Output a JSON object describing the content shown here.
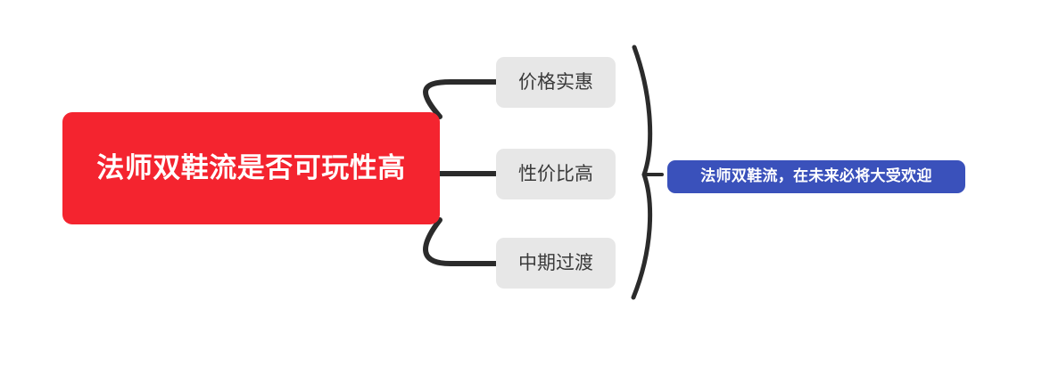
{
  "diagram": {
    "type": "mind-map",
    "background_color": "#ffffff",
    "root": {
      "label": "法师双鞋流是否可玩性高",
      "color": "#f4242f",
      "text_color": "#ffffff"
    },
    "branches": [
      {
        "label": "价格实惠",
        "color": "#e7e7e7",
        "text_color": "#3a3a3a"
      },
      {
        "label": "性价比高",
        "color": "#e7e7e7",
        "text_color": "#3a3a3a"
      },
      {
        "label": "中期过渡",
        "color": "#e7e7e7",
        "text_color": "#3a3a3a"
      }
    ],
    "conclusion": {
      "label": "法师双鞋流，在未来必将大受欢迎",
      "color": "#3a51bb",
      "text_color": "#ffffff"
    },
    "connector_color": "#2b2b2b",
    "brace_color": "#2b2b2b"
  }
}
